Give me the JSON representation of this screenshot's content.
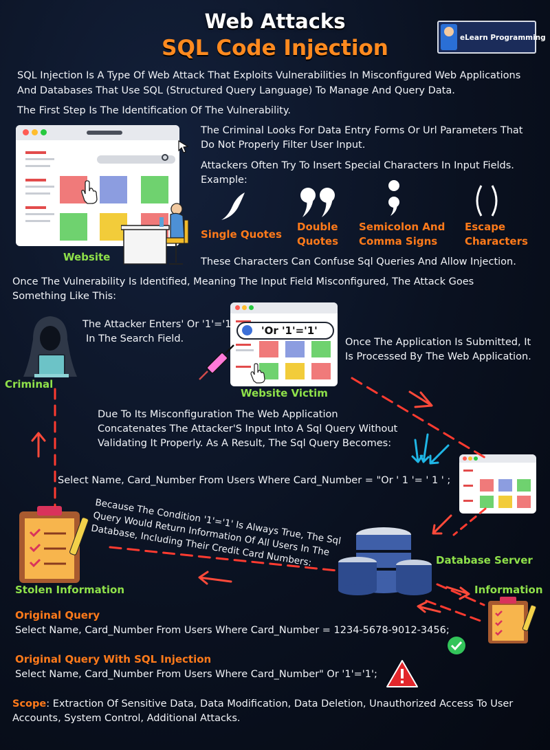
{
  "header": {
    "title": "Web Attacks",
    "subtitle": "SQL Code Injection",
    "logo_text": "eLearn Programming"
  },
  "intro": {
    "para1_line1": "SQL Injection Is A Type Of Web Attack That Exploits Vulnerabilities In Misconfigured Web Applications",
    "para1_line2": "And Databases That Use SQL (Structured Query Language) To Manage And Query Data.",
    "para2": "The First Step Is The Identification Of The Vulnerability."
  },
  "step1": {
    "criminal_line1": "The Criminal Looks For Data Entry Forms Or Url Parameters That",
    "criminal_line2": "Do Not Properly Filter User Input.",
    "attackers_line1": "Attackers Often Try To Insert Special Characters In Input Fields.",
    "attackers_line2": "Example:",
    "website_label": "Website",
    "chars": [
      {
        "label_line1": "Single Quotes",
        "label_line2": ""
      },
      {
        "label_line1": "Double",
        "label_line2": "Quotes"
      },
      {
        "label_line1": "Semicolon And",
        "label_line2": "Comma Signs"
      },
      {
        "label_line1": "Escape",
        "label_line2": "Characters"
      }
    ],
    "confuse": "These Characters Can Confuse Sql Queries And Allow Injection."
  },
  "step2": {
    "intro_line1": "Once The Vulnerability Is Identified, Meaning The Input Field Misconfigured, The Attack Goes",
    "intro_line2": "Something Like This:",
    "enters_line1": "The Attacker Enters' Or '1'='1'",
    "enters_line2": "In The Search Field.",
    "criminal_label": "Criminal",
    "search_value": "'Or '1'='1'",
    "victim_label": "Website Victim",
    "submitted_line1": "Once The Application Is Submitted, It",
    "submitted_line2": "Is Processed By The Web Application.",
    "concat_line1": "Due To Its Misconfiguration The Web Application",
    "concat_line2": "Concatenates The Attacker'S Input Into A Sql Query Without",
    "concat_line3": "Validating It Properly. As A Result, The Sql Query Becomes:",
    "query_result": "Select Name, Card_Number From Users Where Card_Number = \"Or ' 1 '= ' 1 ' ;",
    "because_line1": "Because The Condition '1'='1' Is Always True, The Sql",
    "because_line2": "Query Would Return Information Of All Users In The",
    "because_line3": "Database, Including Their Credit Card Numbers:",
    "stolen_label": "Stolen Information",
    "db_label": "Database Server",
    "info_label": "Information"
  },
  "queries": {
    "original_title": "Original Query",
    "original_text": "Select Name, Card_Number From Users Where Card_Number = 1234-5678-9012-3456;",
    "injected_title": "Original Query With SQL Injection",
    "injected_text": "Select Name, Card_Number From Users Where Card_Number\" Or '1'='1';"
  },
  "scope": {
    "label": "Scope",
    "line1": ": Extraction Of Sensitive Data, Data Modification, Data Deletion, Unauthorized Access To User",
    "line2": "Accounts, System Control, Additional Attacks."
  },
  "colors": {
    "accent_orange": "#ff7a1a",
    "accent_green": "#8fe14a",
    "arrow_red": "#ff3b30",
    "arrow_cyan": "#1fb6e6",
    "background": "#0a1120"
  },
  "icons": [
    "logo-icon",
    "website-icon",
    "cursor-icon",
    "hand-icon",
    "person-at-desk-icon",
    "single-quote-icon",
    "double-quote-icon",
    "semicolon-icon",
    "parentheses-icon",
    "hacker-icon",
    "syringe-icon",
    "search-icon",
    "browser-icon",
    "clipboard-icon",
    "database-icon",
    "check-icon",
    "warning-icon"
  ]
}
